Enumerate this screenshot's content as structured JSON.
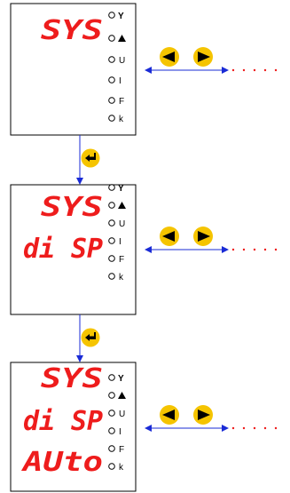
{
  "screens": [
    {
      "lines": [
        "SYS"
      ]
    },
    {
      "lines": [
        "SYS",
        "di SP"
      ]
    },
    {
      "lines": [
        "SYS",
        "di SP",
        "AUto"
      ]
    }
  ],
  "indicators": [
    {
      "icon": "star-icon",
      "label": "",
      "glyph": "Y"
    },
    {
      "icon": "triangle-icon",
      "label": "",
      "glyph": "▲"
    },
    {
      "icon": "",
      "label": "U"
    },
    {
      "icon": "",
      "label": "I"
    },
    {
      "icon": "",
      "label": "F"
    },
    {
      "icon": "",
      "label": "k"
    }
  ],
  "colors": {
    "segment": "#ee1c1c",
    "button_fill": "#f5c400",
    "button_glyph": "#000000",
    "arrow": "#1a2bd6",
    "dots": "#ee1c1c"
  }
}
